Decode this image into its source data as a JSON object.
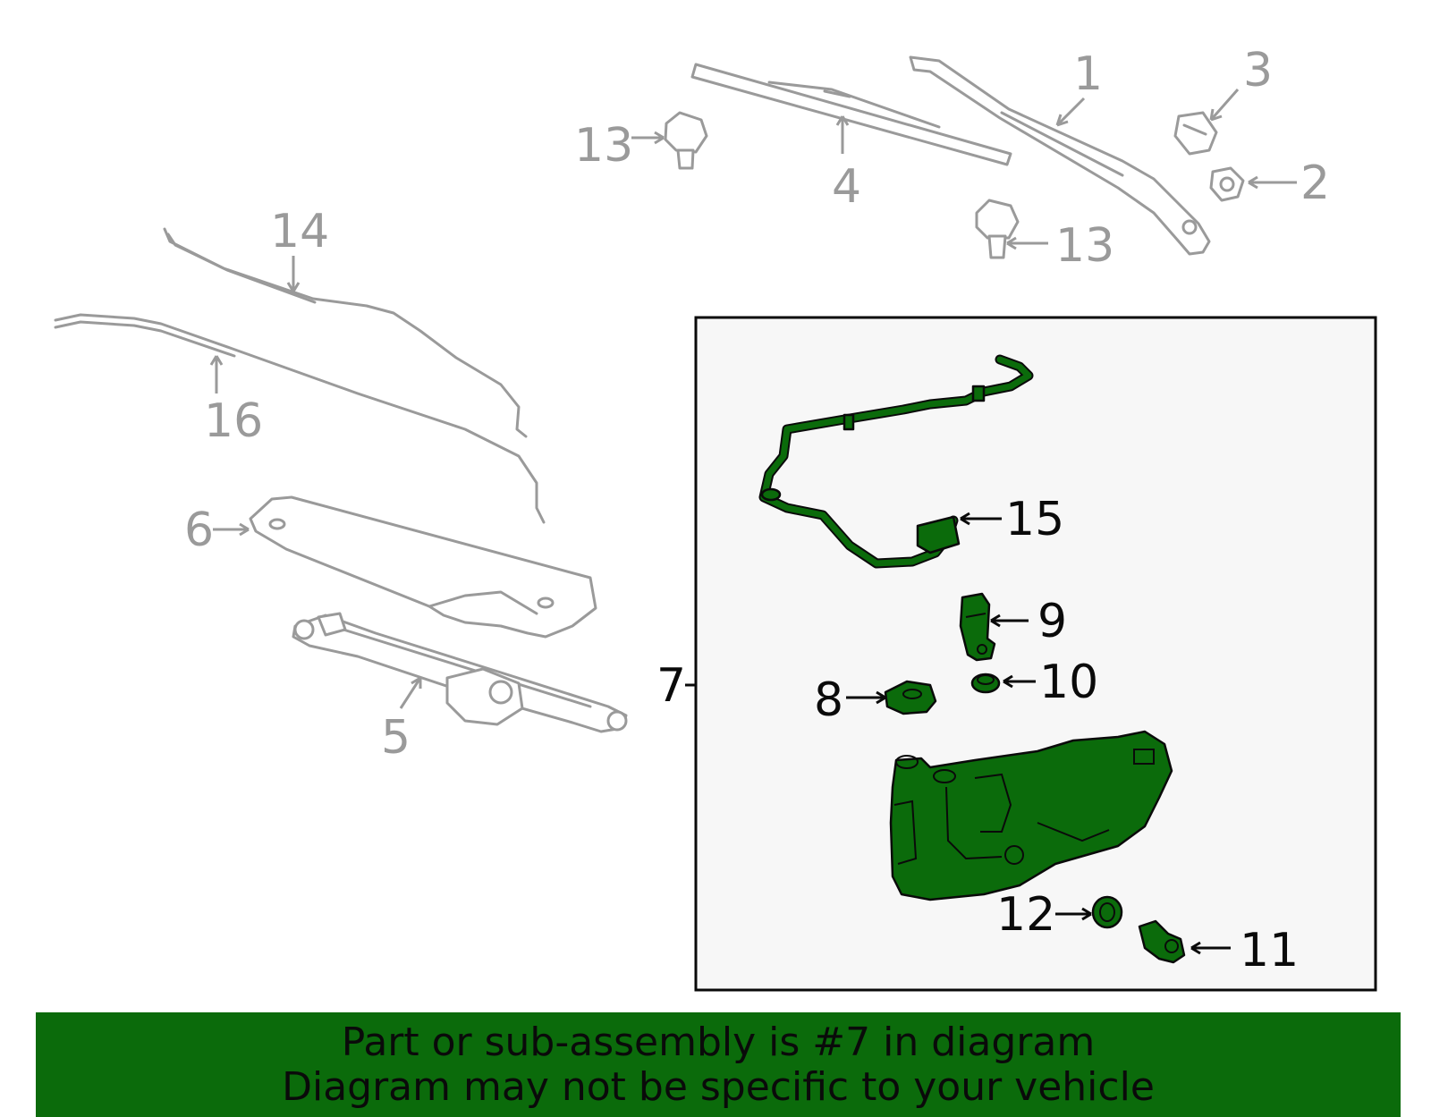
{
  "callouts": {
    "c1": "1",
    "c2": "2",
    "c3": "3",
    "c4": "4",
    "c5": "5",
    "c6": "6",
    "c7": "7",
    "c8": "8",
    "c9": "9",
    "c10": "10",
    "c11": "11",
    "c12": "12",
    "c13a": "13",
    "c13b": "13",
    "c14": "14",
    "c15": "15",
    "c16": "16"
  },
  "banner": {
    "line1": "Part or sub-assembly is #7 in diagram",
    "line2": "Diagram may not be specific to your vehicle"
  },
  "colors": {
    "highlight": "#0b6b0b",
    "inactive_part": "#9a9a9a",
    "panel_background": "#f7f7f7"
  }
}
